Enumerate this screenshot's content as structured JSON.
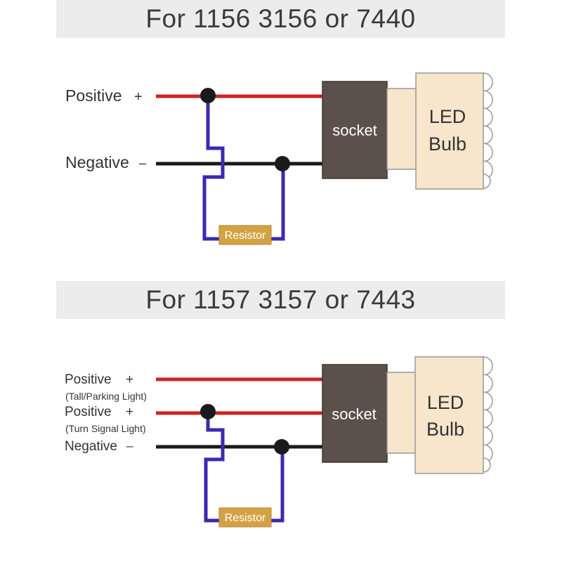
{
  "diagram1": {
    "title": "For 1156 3156 or 7440",
    "positive_label": "Positive",
    "positive_sign": "+",
    "negative_label": "Negative",
    "negative_sign": "–",
    "socket_label": "socket",
    "bulb_line1": "LED",
    "bulb_line2": "Bulb",
    "resistor_label": "Resistor"
  },
  "diagram2": {
    "title": "For 1157 3157 or 7443",
    "positive1_label": "Positive",
    "positive1_sign": "+",
    "positive1_note": "(Tall/Parking Light)",
    "positive2_label": "Positive",
    "positive2_sign": "+",
    "positive2_note": "(Turn Signal Light)",
    "negative_label": "Negative",
    "negative_sign": "–",
    "socket_label": "socket",
    "bulb_line1": "LED",
    "bulb_line2": "Bulb",
    "resistor_label": "Resistor"
  },
  "colors": {
    "positive_wire": "#d42020",
    "negative_wire": "#1a1a1a",
    "resistor_wire": "#3a2ab0",
    "socket": "#5b514a",
    "bulb": "#f7e6cc",
    "resistor": "#d4a244",
    "banner": "#ececec"
  }
}
